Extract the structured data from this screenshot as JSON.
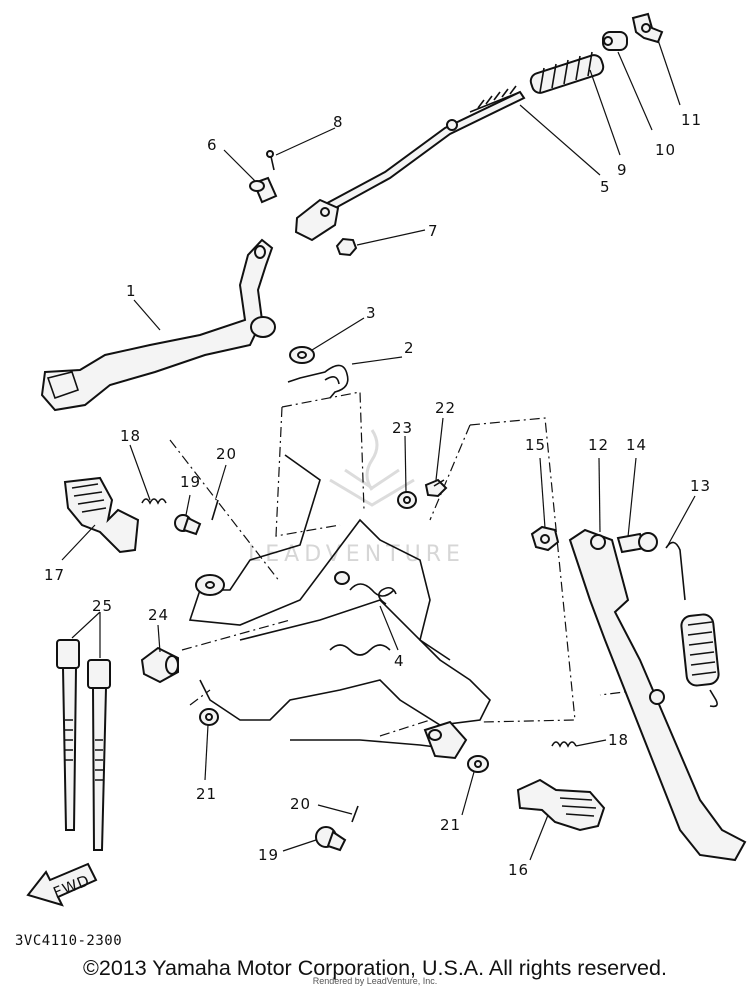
{
  "callouts": [
    {
      "id": "1",
      "label": "1"
    },
    {
      "id": "2",
      "label": "2"
    },
    {
      "id": "3",
      "label": "3"
    },
    {
      "id": "4",
      "label": "4"
    },
    {
      "id": "5",
      "label": "5"
    },
    {
      "id": "6",
      "label": "6"
    },
    {
      "id": "7",
      "label": "7"
    },
    {
      "id": "8",
      "label": "8"
    },
    {
      "id": "9",
      "label": "9"
    },
    {
      "id": "10",
      "label": "10"
    },
    {
      "id": "11",
      "label": "11"
    },
    {
      "id": "12",
      "label": "12"
    },
    {
      "id": "13",
      "label": "13"
    },
    {
      "id": "14",
      "label": "14"
    },
    {
      "id": "15",
      "label": "15"
    },
    {
      "id": "16",
      "label": "16"
    },
    {
      "id": "17",
      "label": "17"
    },
    {
      "id": "18a",
      "label": "18"
    },
    {
      "id": "18b",
      "label": "18"
    },
    {
      "id": "19a",
      "label": "19"
    },
    {
      "id": "19b",
      "label": "19"
    },
    {
      "id": "20a",
      "label": "20"
    },
    {
      "id": "20b",
      "label": "20"
    },
    {
      "id": "21a",
      "label": "21"
    },
    {
      "id": "21b",
      "label": "21"
    },
    {
      "id": "22",
      "label": "22"
    },
    {
      "id": "23",
      "label": "23"
    },
    {
      "id": "24",
      "label": "24"
    },
    {
      "id": "25",
      "label": "25"
    }
  ],
  "fwd_arrow": {
    "label": "FWD"
  },
  "watermark": {
    "text": "LEADVENTURE"
  },
  "doc_code": "3VC4110-2300",
  "copyright": "©2013 Yamaha Motor Corporation, U.S.A. All rights reserved.",
  "render_note": "Rendered by LeadVenture, Inc."
}
